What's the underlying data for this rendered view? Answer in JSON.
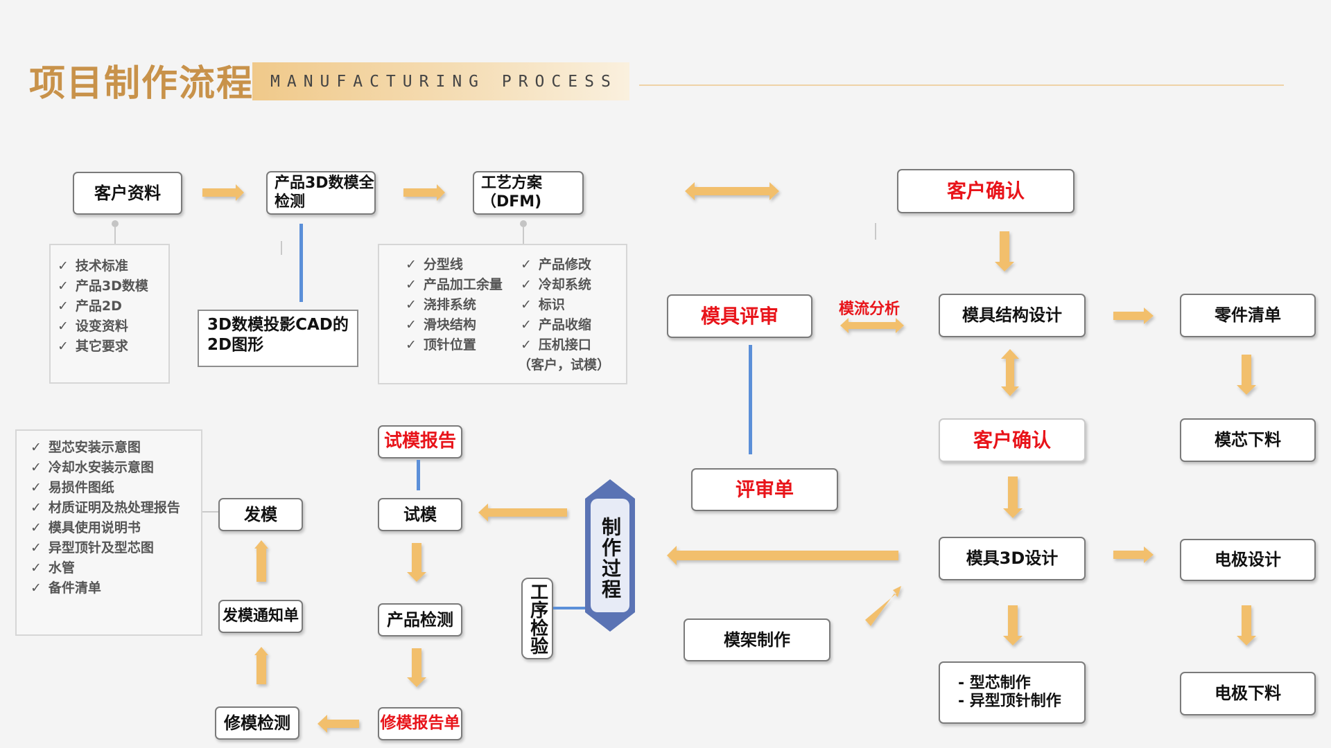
{
  "header": {
    "title": "项目制作流程",
    "subtitle": "MANUFACTURING PROCESS"
  },
  "nodes": {
    "customer_data": "客户资料",
    "product_3d_check": "产品3D数模全检测",
    "process_plan": "工艺方案（DFM)",
    "customer_confirm_top": "客户确认",
    "cad_projection": "3D数模投影CAD的2D图形",
    "mold_review": "模具评审",
    "flow_analysis": "模流分析",
    "mold_structure_design": "模具结构设计",
    "parts_list": "零件清单",
    "customer_confirm_mid": "客户确认",
    "core_blanking": "模芯下料",
    "review_sheet": "评审单",
    "mold_3d_design": "模具3D设计",
    "electrode_design": "电极设计",
    "mold_frame": "模架制作",
    "core_making": [
      "- 型芯制作",
      "- 异型顶针制作"
    ],
    "electrode_blanking": "电极下料",
    "trial_report": "试模报告",
    "trial": "试模",
    "ship_mold": "发模",
    "ship_notice": "发模通知单",
    "product_inspection": "产品检测",
    "repair_check": "修模检测",
    "repair_report": "修模报告单",
    "production_process": "制作过程",
    "process_inspection": "工序检验"
  },
  "lists": {
    "customer_data_items": [
      "技术标准",
      "产品3D数模",
      "产品2D",
      "设变资料",
      "其它要求"
    ],
    "process_plan_col1": [
      "分型线",
      "产品加工余量",
      "浇排系统",
      "滑块结构",
      "顶针位置"
    ],
    "process_plan_col2": [
      "产品修改",
      "冷却系统",
      "标识",
      "产品收缩",
      "压机接口"
    ],
    "process_plan_note": "（客户，试模）",
    "ship_items": [
      "型芯安装示意图",
      "冷却水安装示意图",
      "易损件图纸",
      "材质证明及热处理报告",
      "模具使用说明书",
      "异型顶针及型芯图",
      "水管",
      "备件清单"
    ]
  },
  "colors": {
    "arrow": "#f2bf6c",
    "connector": "#5b8fd8",
    "emphasis": "#e8141a",
    "title": "#c8924a",
    "hexagon": "#5a73b4"
  }
}
